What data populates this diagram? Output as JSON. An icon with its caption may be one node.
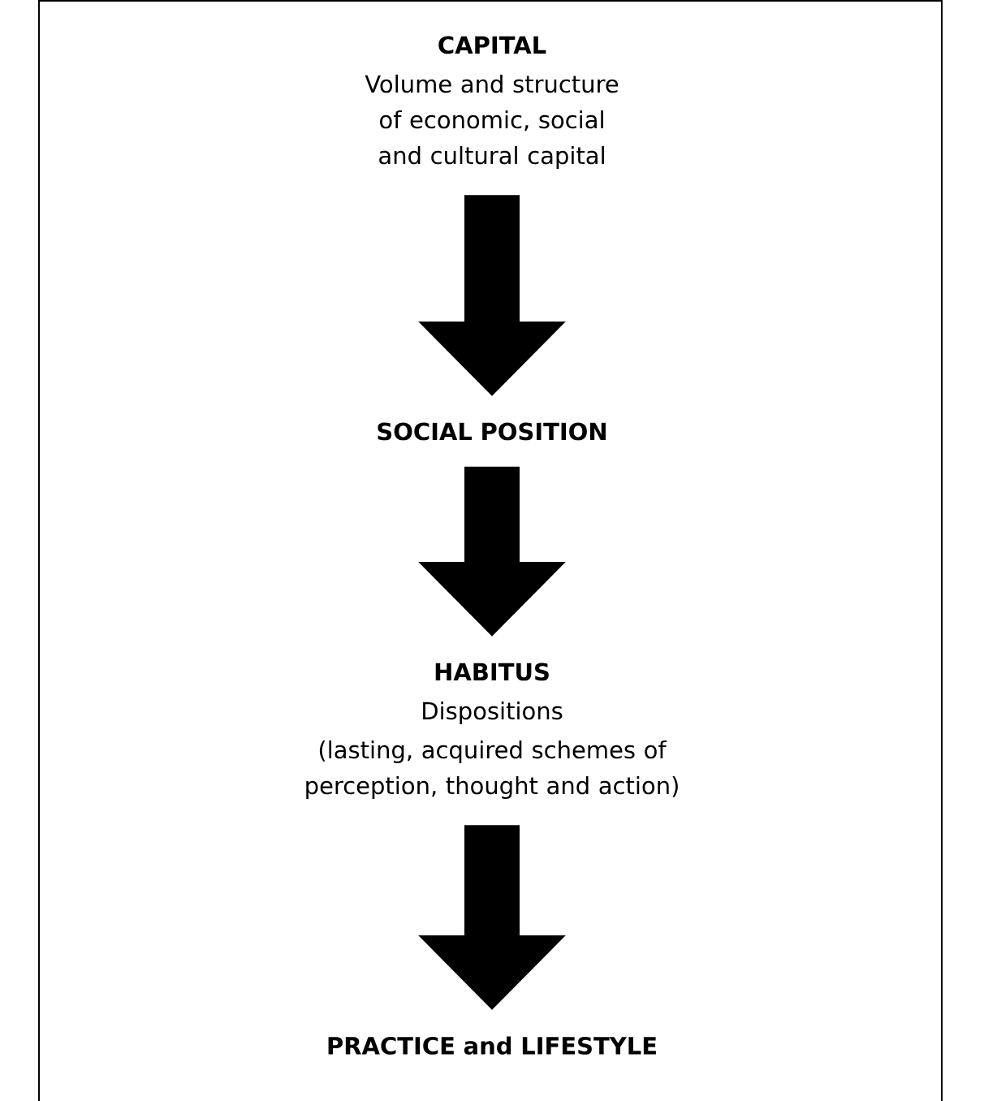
{
  "diagram": {
    "nodes": [
      {
        "text": [
          "CAPITAL",
          "Volume and structure of economic, social and cultural capital"
        ]
      },
      {
        "text": [
          "SOCIAL POSITION"
        ]
      },
      {
        "text": [
          "HABITUS",
          "Dispositions",
          "(lasting, acquired schemes of perception, thought and action)"
        ]
      },
      {
        "text": [
          "PRACTICE and LIFESTYLE"
        ]
      }
    ],
    "edges": [
      {
        "from": 0,
        "to": 1,
        "arrow": "to"
      },
      {
        "from": 1,
        "to": 2,
        "arrow": "to"
      },
      {
        "from": 2,
        "to": 3,
        "arrow": "to"
      }
    ]
  }
}
